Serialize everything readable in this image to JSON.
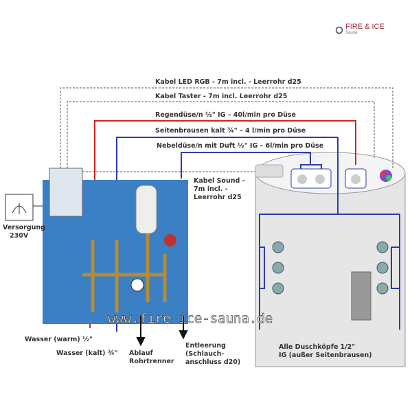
{
  "logo": {
    "brand": "FIRE & ICE",
    "sub": "Sauna"
  },
  "cables": {
    "led": "Kabel LED RGB - 7m incl. - Leerrohr d25",
    "taster": "Kabel Taster - 7m incl. Leerrohr d25",
    "regen": "Regendüse/n  ½\" IG – 40l/min pro Düse",
    "seiten": "Seitenbrausen kalt ¾\" – 4 l/min pro Düse",
    "nebel": "Nebeldüse/n  mit Duft ½\" IG – 6l/min pro Düse",
    "sound": [
      "Kabel Sound -",
      "7m incl. -",
      "Leerrohr d25"
    ]
  },
  "power": [
    "Versorgung",
    "230V"
  ],
  "watermark": "www.fire-ice-sauna.de",
  "bottom": {
    "warm": "Wasser (warm) ½\"",
    "kalt": "Wasser (kalt) ¾\"",
    "ablauf": [
      "Ablauf",
      "Rohrtrenner"
    ],
    "entleerung": [
      "Entleerung",
      "(Schlauch-",
      "anschluss d20)"
    ],
    "duschkoepfe": [
      "Alle Duschköpfe  1/2\"",
      "IG (außer Seitenbrausen)"
    ]
  },
  "colors": {
    "warm": "#d42020",
    "cold": "#2a3bb0",
    "board": "#3b7fc4"
  }
}
